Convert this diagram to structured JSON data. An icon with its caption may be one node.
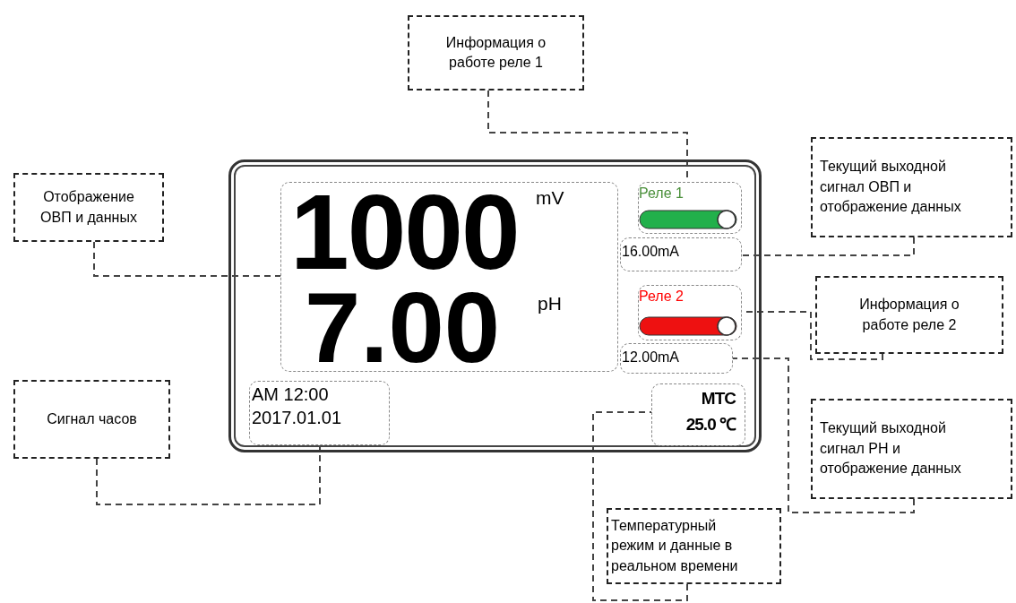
{
  "diagram": {
    "nodes": [
      {
        "text": [],
        "shape": "box"
      },
      {
        "text": [
          "1000",
          "mV",
          "7.00",
          "pH"
        ],
        "in": 0
      },
      {
        "text": [
          "Реле 1"
        ],
        "in": 0
      },
      {
        "text": [
          "16.00mA"
        ],
        "in": 0
      },
      {
        "text": [
          "Реле 2"
        ],
        "in": 0
      },
      {
        "text": [
          "12.00mA"
        ],
        "in": 0
      },
      {
        "text": [
          "AM 12:00",
          "2017.01.01"
        ],
        "in": 0
      },
      {
        "text": [
          "MTC",
          "25.0 ℃"
        ],
        "in": 0
      },
      {
        "text": [
          "Информация о работе реле 1"
        ]
      },
      {
        "text": [
          "Отображение ОВП и данных"
        ]
      },
      {
        "text": [
          "Текущий выходной сигнал ОВП и отображение данных"
        ]
      },
      {
        "text": [
          "Информация о работе реле 2"
        ]
      },
      {
        "text": [
          "Сигнал часов"
        ]
      },
      {
        "text": [
          "Текущий выходной сигнал РН и отображение данных"
        ]
      },
      {
        "text": [
          "Температурный режим и данные в реальном времени"
        ]
      }
    ],
    "edges": [
      {
        "from": 8,
        "to": 2,
        "arrow": "none"
      },
      {
        "from": 9,
        "to": 1,
        "arrow": "none"
      },
      {
        "from": 10,
        "to": 3,
        "arrow": "none"
      },
      {
        "from": 11,
        "to": 4,
        "arrow": "none"
      },
      {
        "from": 12,
        "to": 6,
        "arrow": "none"
      },
      {
        "from": 13,
        "to": 5,
        "arrow": "none"
      },
      {
        "from": 14,
        "to": 7,
        "arrow": "none"
      }
    ]
  }
}
